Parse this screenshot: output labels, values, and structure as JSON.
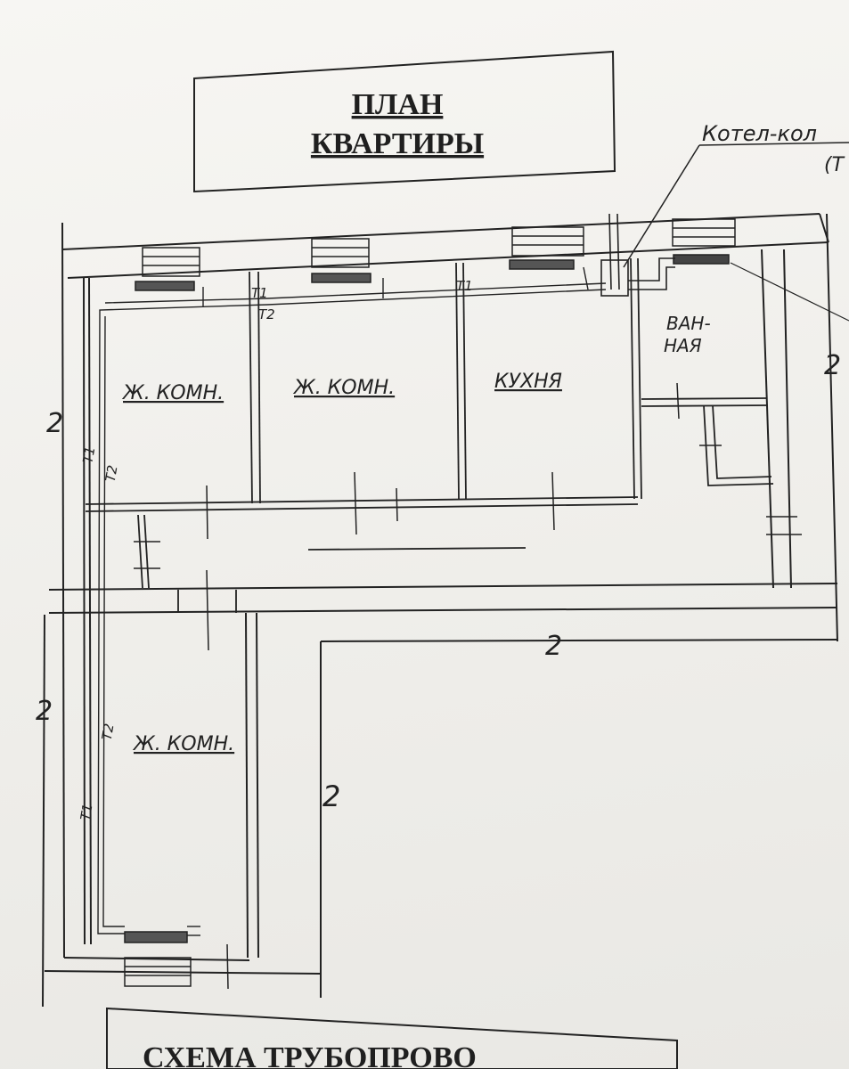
{
  "title": {
    "line1": "ПЛАН",
    "line2": "КВАРТИРЫ"
  },
  "boiler_label": {
    "line1": "Котел-кол",
    "line2": "(Т"
  },
  "rooms": {
    "living1": "Ж. КОМН.",
    "living2": "Ж. КОМН.",
    "kitchen": "КУХНЯ",
    "bath_line1": "ВАН-",
    "bath_line2": "НАЯ",
    "living3": "Ж. КОМН."
  },
  "pipe_marks": {
    "t1_top_a": "Т1",
    "t2_top_a": "Т2",
    "t1_top_b": "Т1",
    "t1_left": "Т1",
    "t2_left": "Т2",
    "t2_left_low": "Т2",
    "t1_left_low": "Т1"
  },
  "height_marks": {
    "left_upper": "2",
    "left_lower": "2",
    "right_upper": "2",
    "corridor_mid": "2",
    "bottom_right": "2"
  },
  "bottom_heading": "СХЕМА ТРУБОПРОВО"
}
